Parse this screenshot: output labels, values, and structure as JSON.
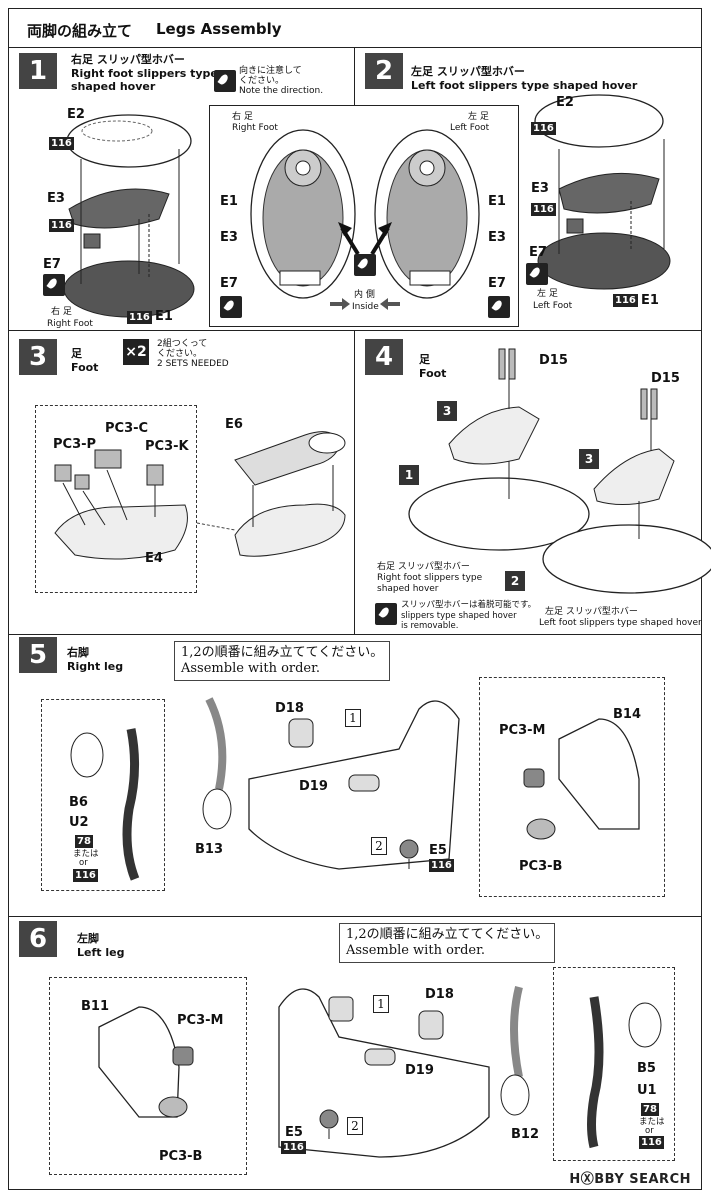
{
  "header": {
    "title_jp": "両脚の組み立て",
    "title_en": "Legs Assembly"
  },
  "common": {
    "part_116": "116",
    "part_78": "78",
    "or_jp": "または",
    "or_en": "or",
    "inside_jp": "内 側",
    "inside_en": "Inside"
  },
  "step1": {
    "num": "1",
    "title_jp": "右足 スリッパ型ホバー",
    "title_en": "Right foot slippers type",
    "title_en2": "shaped hover",
    "note_jp": "向きに注意して",
    "note_jp2": "ください。",
    "note_en": "Note the direction.",
    "parts": {
      "e2": "E2",
      "e3": "E3",
      "e7": "E7",
      "e1": "E1"
    },
    "foot_jp": "右 足",
    "foot_en": "Right Foot"
  },
  "detail": {
    "right_jp": "右 足",
    "right_en": "Right Foot",
    "left_jp": "左 足",
    "left_en": "Left Foot",
    "e1": "E1",
    "e3": "E3",
    "e7": "E7"
  },
  "step2": {
    "num": "2",
    "title_jp": "左足 スリッパ型ホバー",
    "title_en": "Left foot slippers type shaped hover",
    "parts": {
      "e2": "E2",
      "e3": "E3",
      "e7": "E7",
      "e1": "E1"
    },
    "foot_jp": "左 足",
    "foot_en": "Left Foot"
  },
  "step3": {
    "num": "3",
    "title_jp": "足",
    "title_en": "Foot",
    "x2": "×2",
    "note_jp": "2組つくって",
    "note_jp2": "ください。",
    "note_en": "2 SETS NEEDED",
    "parts": {
      "pc3p": "PC3-P",
      "pc3c": "PC3-C",
      "pc3k": "PC3-K",
      "e6": "E6",
      "e4": "E4"
    }
  },
  "step4": {
    "num": "4",
    "title_jp": "足",
    "title_en": "Foot",
    "d15": "D15",
    "n1": "1",
    "n2": "2",
    "n3": "3",
    "right_jp": "右足 スリッパ型ホバー",
    "right_en": "Right foot slippers type",
    "right_en2": "shaped hover",
    "left_jp": "左足 スリッパ型ホバー",
    "left_en": "Left foot slippers type shaped hover",
    "removable_jp": "スリッパ型ホバーは着脱可能です。",
    "removable_en": "slippers type shaped hover",
    "removable_en2": "is removable."
  },
  "step5": {
    "num": "5",
    "title_jp": "右脚",
    "title_en": "Right leg",
    "order_jp": "1,2の順番に組み立ててください。",
    "order_en": "Assemble with order.",
    "c1": "1",
    "c2": "2",
    "parts": {
      "d18": "D18",
      "d19": "D19",
      "b13": "B13",
      "b6": "B6",
      "u2": "U2",
      "e5": "E5",
      "pc3m": "PC3-M",
      "b14": "B14",
      "pc3b": "PC3-B"
    }
  },
  "step6": {
    "num": "6",
    "title_jp": "左脚",
    "title_en": "Left leg",
    "order_jp": "1,2の順番に組み立ててください。",
    "order_en": "Assemble with order.",
    "c1": "1",
    "c2": "2",
    "parts": {
      "b11": "B11",
      "pc3m": "PC3-M",
      "pc3b": "PC3-B",
      "d18": "D18",
      "d19": "D19",
      "e5": "E5",
      "b12": "B12",
      "b5": "B5",
      "u1": "U1"
    }
  },
  "watermark": "HⓍBBY SEARCH"
}
